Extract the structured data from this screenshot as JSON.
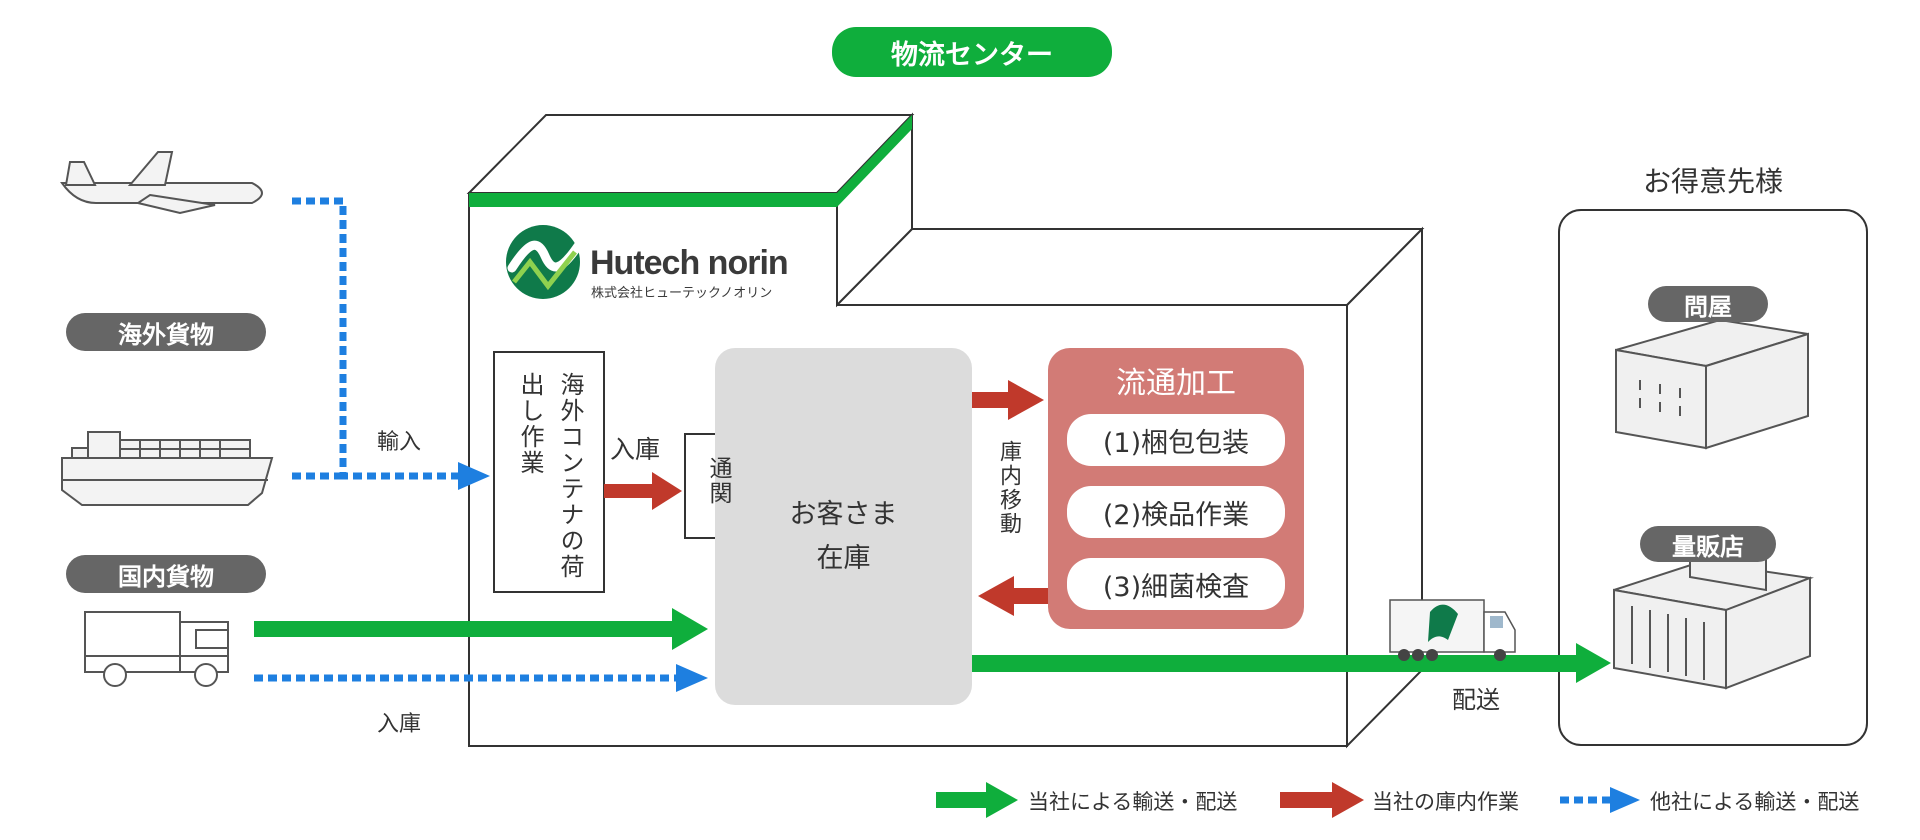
{
  "title": "物流センター",
  "company": {
    "name": "Hutech norin",
    "name_ja": "株式会社ヒューテックノオリン"
  },
  "sources": {
    "overseas_badge": "海外貨物",
    "domestic_badge": "国内貨物",
    "import_label": "輸入",
    "inbound_label": "入庫"
  },
  "center": {
    "container_work": "海外コンテナの荷出し作業",
    "inbound_label": "入庫",
    "customs": "通関",
    "customer_stock_line1": "お客さま",
    "customer_stock_line2": "在庫",
    "internal_move": "庫内移動",
    "processing": {
      "title": "流通加工",
      "items": [
        "(1)梱包包装",
        "(2)検品作業",
        "(3)細菌検査"
      ]
    },
    "delivery_label": "配送"
  },
  "customers": {
    "title": "お得意先様",
    "wholesaler": "問屋",
    "mass_retailer": "量販店"
  },
  "legend": {
    "own_transport": "当社による輸送・配送",
    "own_internal": "当社の庫内作業",
    "other_transport": "他社による輸送・配送"
  },
  "colors": {
    "green": "#0fae3c",
    "red": "#c0392b",
    "blue": "#1e7fe0",
    "processing": "#d27b76",
    "badge": "#666666",
    "stock_box": "#dcdcdc"
  }
}
